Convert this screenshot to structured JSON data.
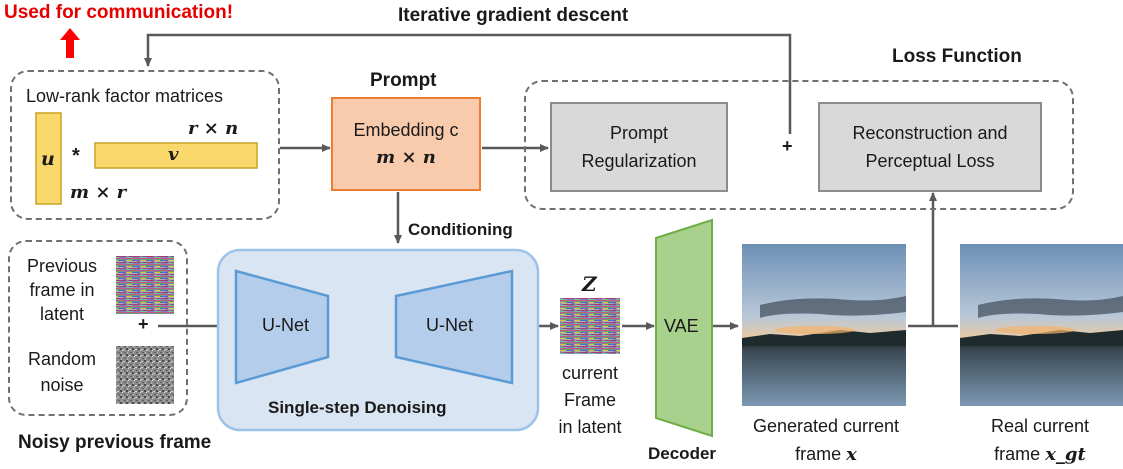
{
  "top_note": "Used for communication!",
  "feedback_label": "Iterative gradient descent",
  "lowrank": {
    "title": "Low-rank factor matrices",
    "u": "u",
    "v": "v",
    "star": "*",
    "r_by_n": "r × n",
    "m_by_r": "m × r"
  },
  "prompt": {
    "title": "Prompt",
    "line1": "Embedding c",
    "line2": "m × n"
  },
  "conditioning": "Conditioning",
  "loss": {
    "title": "Loss Function",
    "box1": [
      "Prompt",
      "Regularization"
    ],
    "plus": "+",
    "box2": [
      "Reconstruction and",
      "Perceptual Loss"
    ]
  },
  "noisy": {
    "title": "Noisy previous frame",
    "prev": [
      "Previous",
      "frame in",
      "latent"
    ],
    "plus": "+",
    "noise": [
      "Random",
      "noise"
    ]
  },
  "denoise": {
    "unet1": "U-Net",
    "unet2": "U-Net",
    "caption": "Single-step Denoising"
  },
  "latent": {
    "symbol": "Z",
    "caption": [
      "current",
      "Frame",
      "in latent"
    ]
  },
  "vae": {
    "label": "VAE",
    "caption": "Decoder"
  },
  "generated": {
    "line1": "Generated current",
    "line2_text": "frame",
    "line2_math": "x"
  },
  "real": {
    "line1": "Real current",
    "line2_text": "frame",
    "line2_math": "x_gt"
  },
  "colors": {
    "accent_red": "#e60000",
    "yellow": "#fbd86b",
    "orange": "#f8cbad",
    "green": "#a9d18e",
    "blue": "#b4cdea",
    "blue_dark": "#5b9bd5"
  }
}
